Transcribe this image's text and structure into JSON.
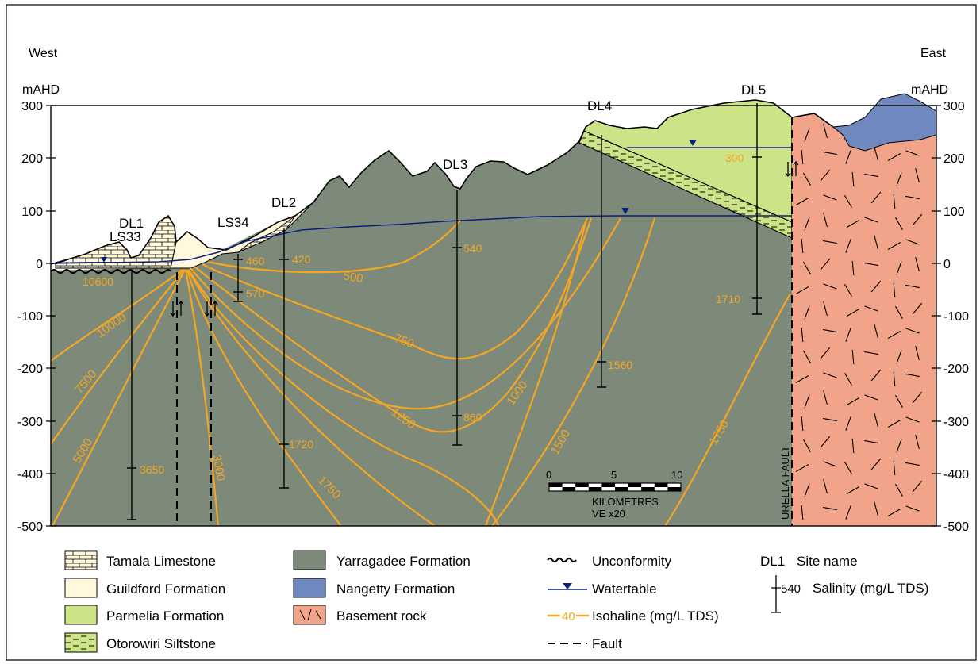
{
  "orientation": {
    "west": "West",
    "east": "East"
  },
  "axis": {
    "unit_left": "mAHD",
    "unit_right": "mAHD",
    "ticks_left": [
      "300",
      "200",
      "100",
      "0",
      "-100",
      "-200",
      "-300",
      "-400",
      "-500"
    ],
    "ticks_right": [
      "300",
      "200",
      "100",
      "0",
      "-100",
      "-200",
      "-300",
      "-400",
      "-500"
    ]
  },
  "sites": {
    "dl1": "DL1",
    "ls33": "LS33",
    "ls34": "LS34",
    "dl2": "DL2",
    "dl3": "DL3",
    "dl4": "DL4",
    "dl5": "DL5"
  },
  "salinity_labels": {
    "dl1_top": "10600",
    "dl1_bottom": "3650",
    "ls34_top": "460",
    "ls34_bottom": "570",
    "dl2_top": "420",
    "dl2_bottom": "1720",
    "dl3_top": "540",
    "dl3_bottom": "860",
    "dl4_bottom": "1560",
    "dl5_top": "300",
    "dl5_bottom": "1710"
  },
  "isohaline_labels": {
    "i500": "500",
    "i750": "750",
    "i1000": "1000",
    "i1250": "1250",
    "i1500": "1500",
    "i1750a": "1750",
    "i1750b": "1750",
    "i3000": "3000",
    "i5000": "5000",
    "i7500": "7500",
    "i10000": "10000"
  },
  "fault_label": "URELLA  FAULT",
  "scale_bar": {
    "t0": "0",
    "t5": "5",
    "t10": "10",
    "unit": "KILOMETRES",
    "ve": "VE x20"
  },
  "legend": {
    "tamala": "Tamala Limestone",
    "guildford": "Guildford Formation",
    "parmelia": "Parmelia Formation",
    "otorowiri": "Otorowiri Siltstone",
    "yarragadee": "Yarragadee Formation",
    "nangetty": "Nangetty Formation",
    "basement": "Basement rock",
    "unconformity": "Unconformity",
    "watertable": "Watertable",
    "isohaline": "Isohaline (mg/L TDS)",
    "isohaline_sample": "40",
    "fault": "Fault",
    "site_code": "DL1",
    "site_name": "Site name",
    "salinity_sample": "540",
    "salinity": "Salinity (mg/L TDS)"
  },
  "colors": {
    "yarragadee": "#7d8a79",
    "parmelia": "#cde387",
    "basement": "#f1a48a",
    "nangetty": "#6f88bf",
    "guildford": "#fff8dc",
    "tamala": "#fff8dc",
    "isohaline": "#f5a623",
    "watertable": "#0b1f7a"
  }
}
